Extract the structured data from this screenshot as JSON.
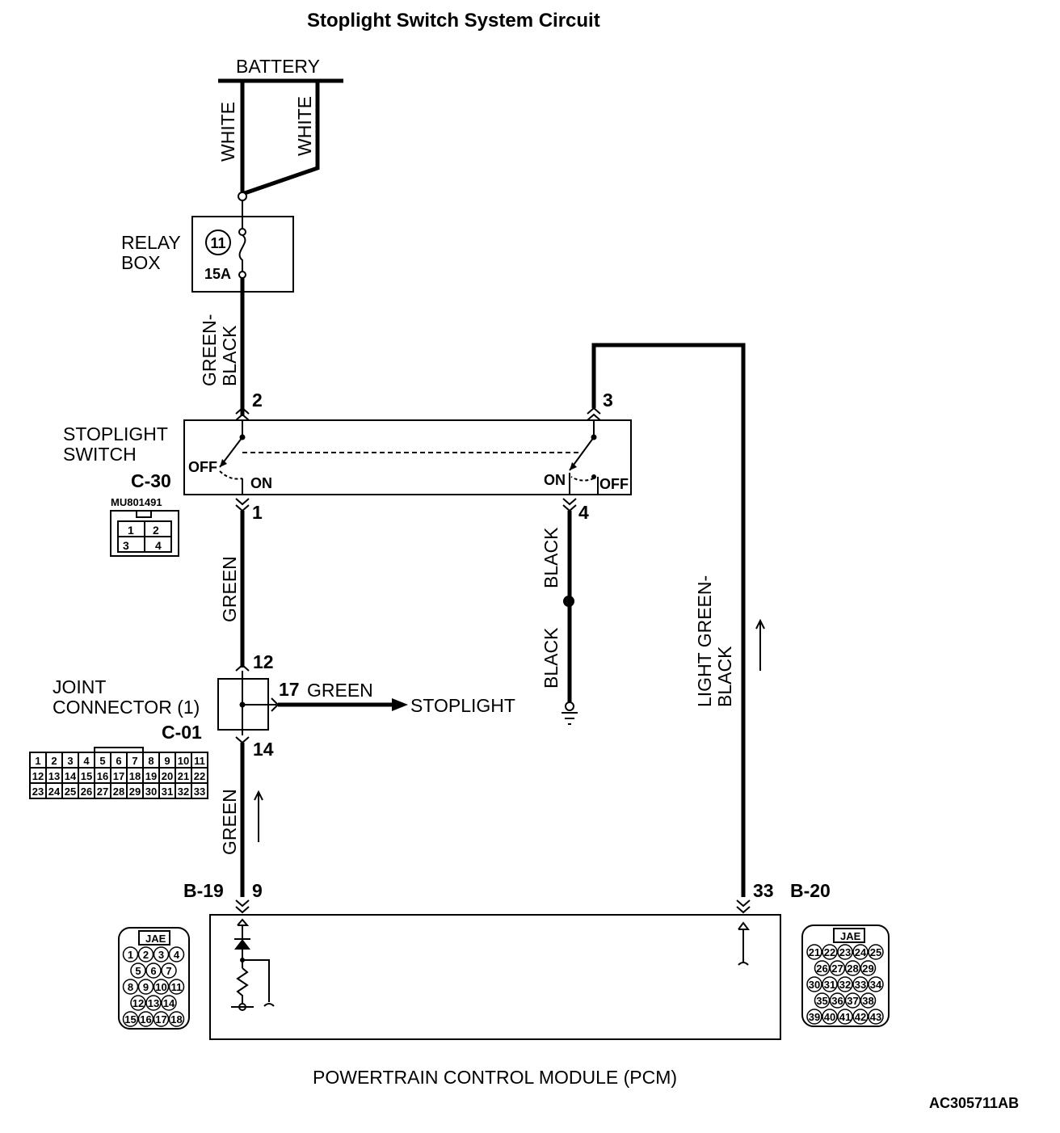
{
  "title": "Stoplight Switch System Circuit",
  "battery_label": "BATTERY",
  "wires": {
    "white_left": "WHITE",
    "white_right": "WHITE",
    "green_black_1": "GREEN-",
    "green_black_2": "BLACK",
    "green_upper": "GREEN",
    "green_lower": "GREEN",
    "black_upper": "BLACK",
    "black_lower": "BLACK",
    "light_green_black_1": "LIGHT GREEN-",
    "light_green_black_2": "BLACK",
    "green_stoplight": "GREEN"
  },
  "relay_box": {
    "label_1": "RELAY",
    "label_2": "BOX",
    "fuse_number": "11",
    "fuse_rating": "15A"
  },
  "stoplight_switch": {
    "label_1": "STOPLIGHT",
    "label_2": "SWITCH",
    "connector": "C-30",
    "part_number": "MU801491",
    "left_off": "OFF",
    "left_on": "ON",
    "right_on": "ON",
    "right_off": "OFF",
    "pins": [
      "1",
      "2",
      "3",
      "4"
    ]
  },
  "pins": {
    "p2": "2",
    "p3": "3",
    "p1": "1",
    "p4": "4",
    "p12": "12",
    "p14": "14",
    "p17": "17",
    "p9": "9",
    "p33": "33"
  },
  "joint_connector": {
    "label_1": "JOINT",
    "label_2": "CONNECTOR (1)",
    "connector": "C-01",
    "rows": [
      [
        "1",
        "2",
        "3",
        "4",
        "5",
        "6",
        "7",
        "8",
        "9",
        "10",
        "11"
      ],
      [
        "12",
        "13",
        "14",
        "15",
        "16",
        "17",
        "18",
        "19",
        "20",
        "21",
        "22"
      ],
      [
        "23",
        "24",
        "25",
        "26",
        "27",
        "28",
        "29",
        "30",
        "31",
        "32",
        "33"
      ]
    ]
  },
  "stoplight_label": "STOPLIGHT",
  "pcm": {
    "label": "POWERTRAIN CONTROL MODULE (PCM)",
    "connector_left": "B-19",
    "connector_right": "B-20",
    "jae_left": "JAE",
    "jae_right": "JAE",
    "left_pins": [
      [
        "1",
        "2",
        "3",
        "4"
      ],
      [
        "5",
        "6",
        "7"
      ],
      [
        "8",
        "9",
        "10",
        "11"
      ],
      [
        "12",
        "13",
        "14"
      ],
      [
        "15",
        "16",
        "17",
        "18"
      ]
    ],
    "right_pins": [
      [
        "21",
        "22",
        "23",
        "24",
        "25"
      ],
      [
        "26",
        "27",
        "28",
        "29"
      ],
      [
        "30",
        "31",
        "32",
        "33",
        "34"
      ],
      [
        "35",
        "36",
        "37",
        "38"
      ],
      [
        "39",
        "40",
        "41",
        "42",
        "43"
      ]
    ]
  },
  "figure_code": "AC305711AB"
}
